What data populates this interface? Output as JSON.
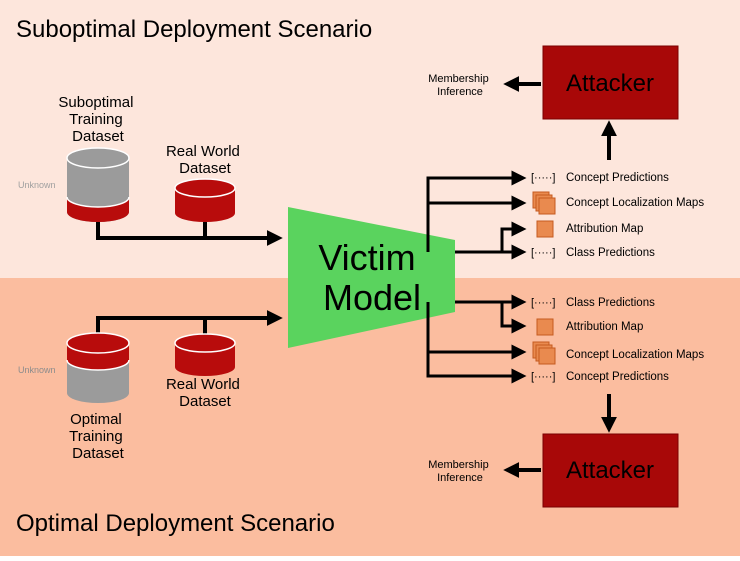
{
  "top_scenario": {
    "title": "Suboptimal Deployment Scenario",
    "training_dataset": [
      "Suboptimal",
      "Training",
      "Dataset"
    ],
    "unknown_label": "Unknown",
    "real_world_dataset": [
      "Real World",
      "Dataset"
    ],
    "attacker_label": "Attacker",
    "membership_inference": [
      "Membership",
      "Inference"
    ],
    "outputs": {
      "concept_predictions": "Concept Predictions",
      "concept_localization_maps": "Concept Localization Maps",
      "attribution_map": "Attribution Map",
      "class_predictions": "Class Predictions"
    }
  },
  "bottom_scenario": {
    "title": "Optimal Deployment Scenario",
    "training_dataset": [
      "Optimal",
      "Training",
      "Dataset"
    ],
    "unknown_label": "Unknown",
    "real_world_dataset": [
      "Real World",
      "Dataset"
    ],
    "attacker_label": "Attacker",
    "membership_inference": [
      "Membership",
      "Inference"
    ],
    "outputs": {
      "class_predictions": "Class Predictions",
      "attribution_map": "Attribution Map",
      "concept_localization_maps": "Concept Localization Maps",
      "concept_predictions": "Concept Predictions"
    }
  },
  "victim_model": [
    "Victim",
    "Model"
  ],
  "bracket_glyph": "[·····]",
  "colors": {
    "top_bg": "#fde6dc",
    "bottom_bg": "#fbbd9f",
    "attacker": "#a80808",
    "victim": "#5ad35e",
    "db_red": "#b80c0c",
    "db_gray": "#9b9b9b",
    "map_orange": "#e98a4f"
  }
}
